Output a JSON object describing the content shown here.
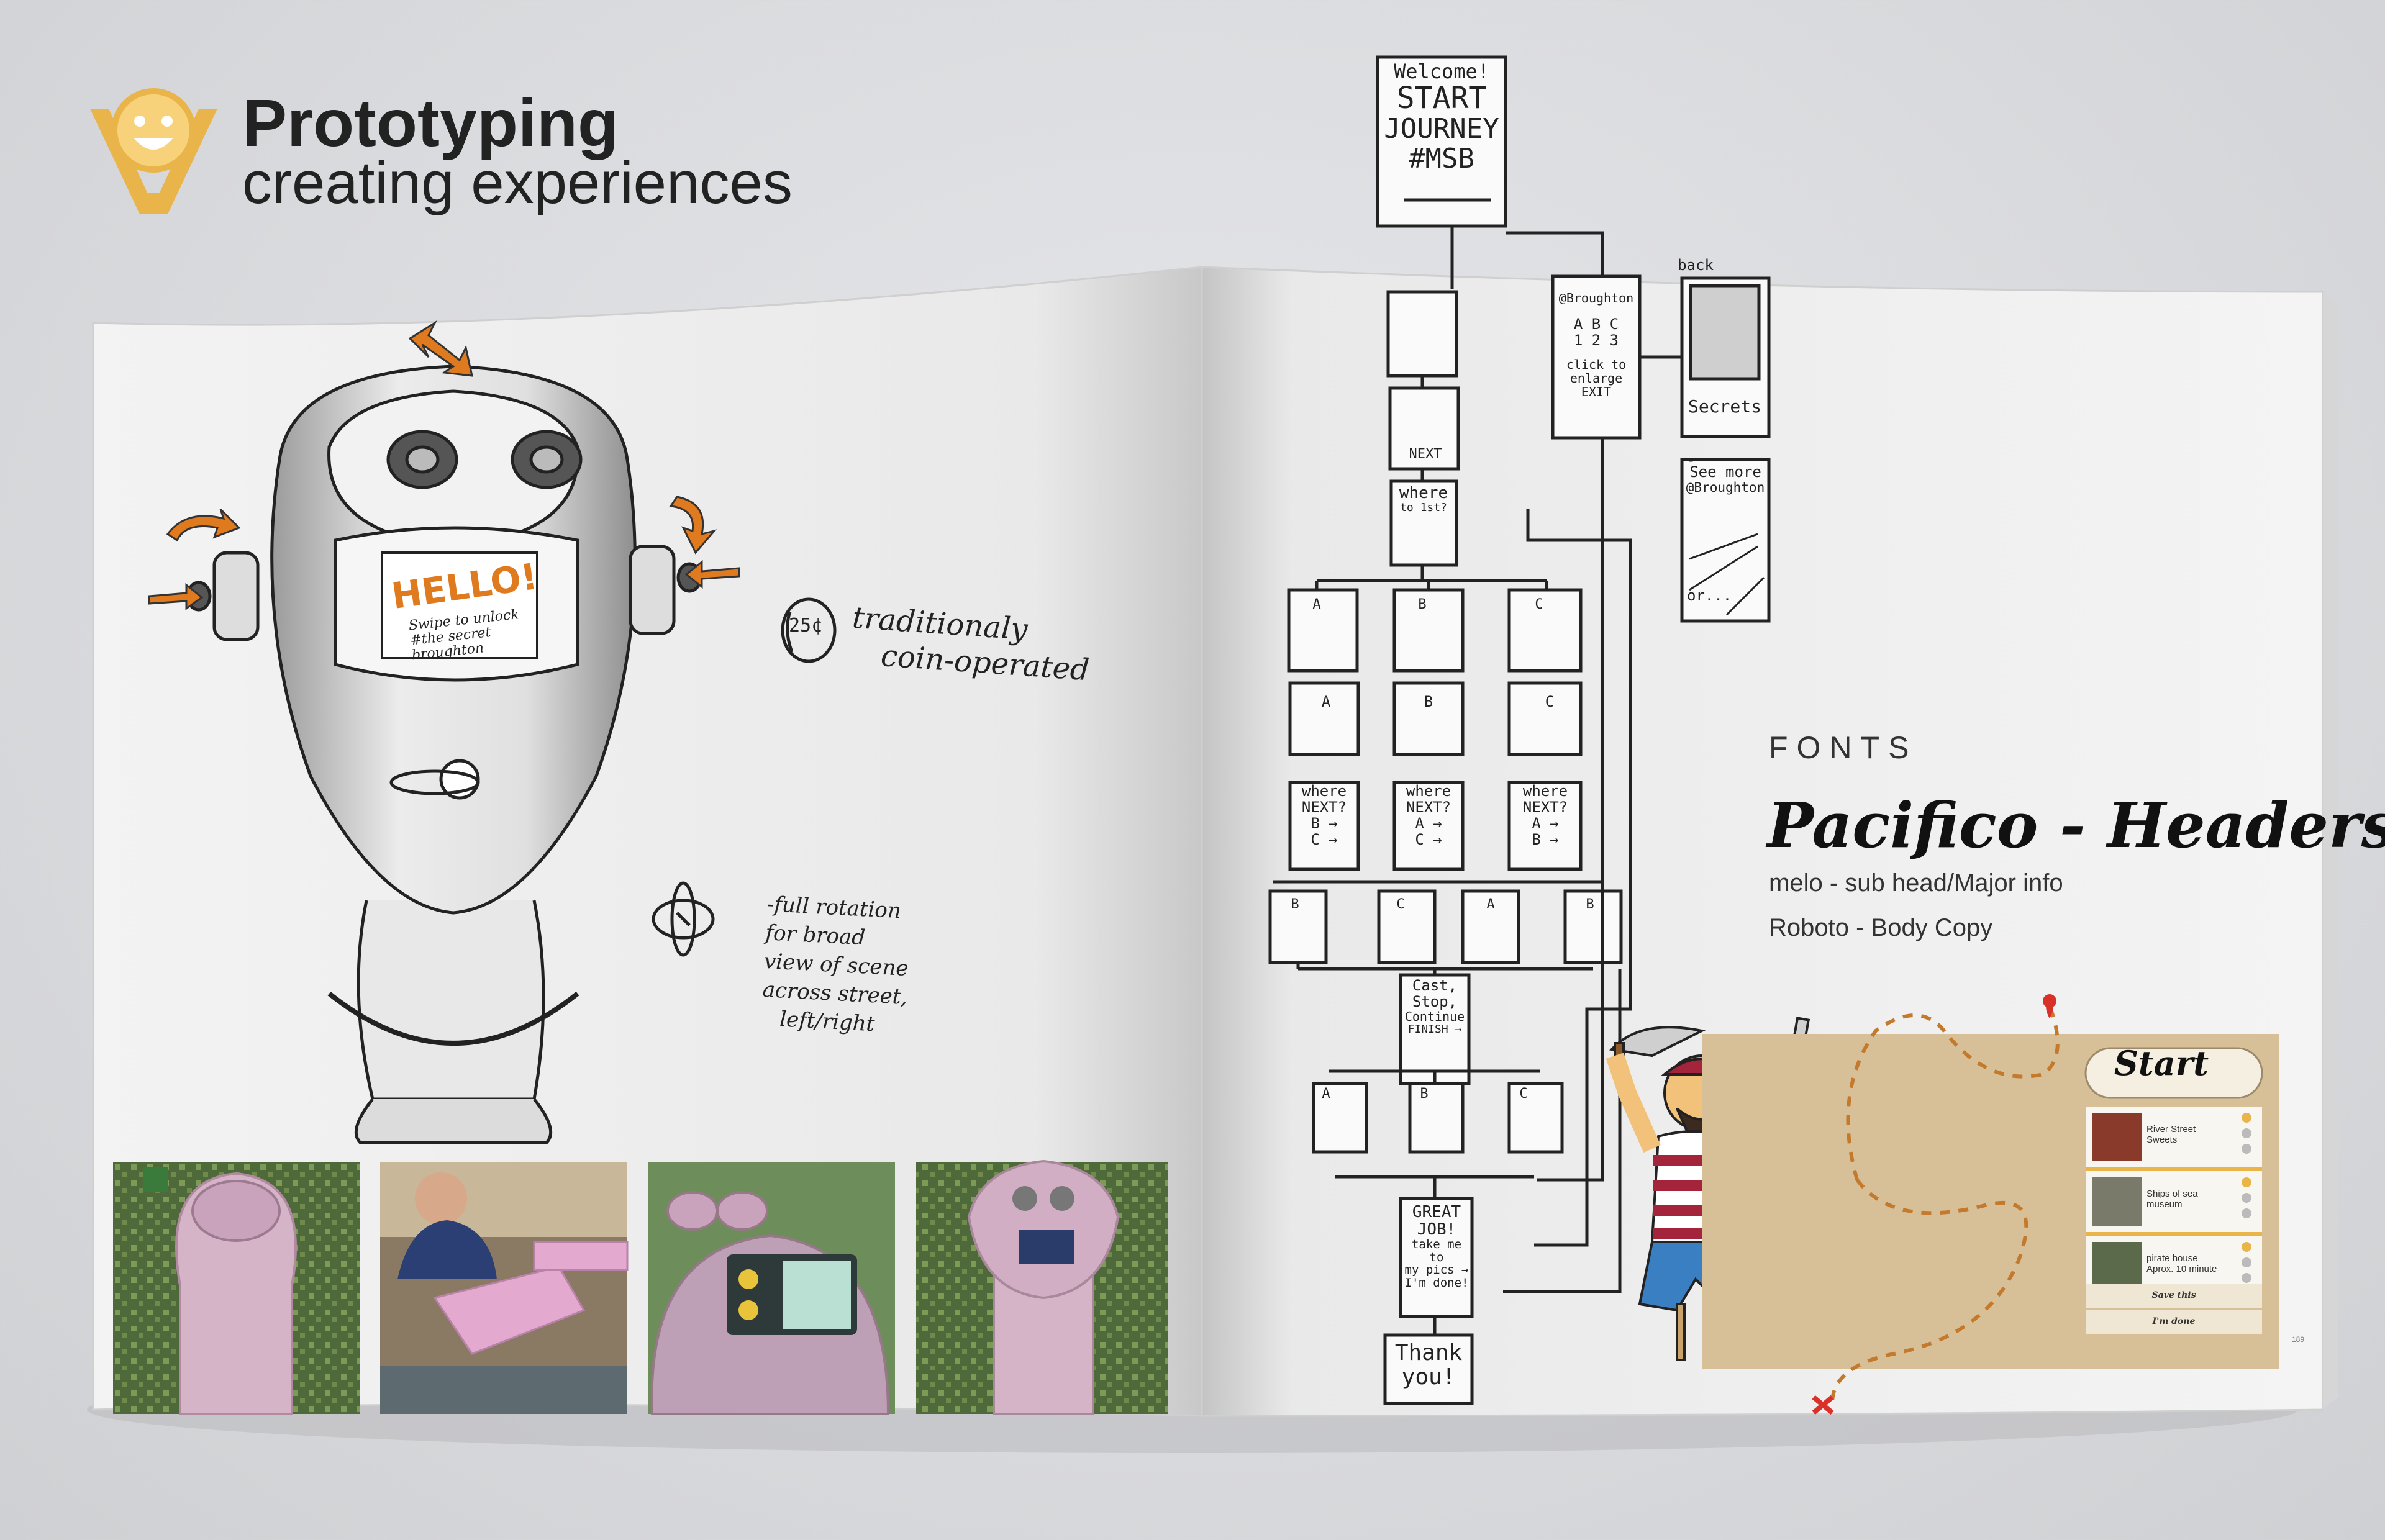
{
  "header": {
    "title": "Prototyping",
    "subtitle": "creating experiences"
  },
  "sketch_notes": {
    "screen_hello": "HELLO!",
    "screen_swipe": "Swipe to unlock #the secret broughton",
    "coin_label": "25¢",
    "coin_note": [
      "traditionaly",
      "coin-operated"
    ],
    "rotation_note": [
      "-full rotation",
      "for broad",
      "view of scene",
      "across street,",
      "left/right"
    ]
  },
  "flowchart": {
    "start": [
      "Welcome!",
      "START",
      "JOURNEY",
      "#MSB"
    ],
    "next": "NEXT",
    "where_first": [
      "where",
      "to 1st?"
    ],
    "where_next": [
      "where",
      "NEXT?",
      "A →",
      "C →"
    ],
    "where_next_b": [
      "where",
      "NEXT?",
      "B →",
      "C →"
    ],
    "where_next_c": [
      "where",
      "NEXT?",
      "A →",
      "B →"
    ],
    "branch_labels": [
      "A",
      "B",
      "C"
    ],
    "stage_labels": [
      "B",
      "C",
      "A",
      "B"
    ],
    "feedback": [
      "Cast,",
      "Stop,",
      "Continue",
      "FINISH →"
    ],
    "great_job": [
      "GREAT",
      "JOB!",
      "take me to",
      "my pics →",
      "I'm done!"
    ],
    "thank_you": [
      "Thank",
      "you!"
    ],
    "broughton_screen": [
      "@Broughton",
      "A B C",
      "1 2 3",
      "click to",
      "enlarge",
      "EXIT"
    ],
    "back_label": "back",
    "secrets_label": "Secrets",
    "see_more": [
      "See more",
      "@Broughton",
      "or..."
    ]
  },
  "fonts_panel": {
    "label": "FONTS",
    "header_font": "Pacifico - Headers",
    "sub_font": "melo - sub head/Major info",
    "body_font": "Roboto - Body Copy"
  },
  "app_mockup": {
    "title": "Start",
    "items": [
      {
        "name": "River Street\nSweets"
      },
      {
        "name": "Ships of sea\nmuseum"
      },
      {
        "name": "pirate house\nAprox. 10 minute"
      }
    ],
    "buttons": [
      "Save this",
      "I'm done"
    ],
    "page_number": "189"
  },
  "colors": {
    "logo_gold": "#e9b54a",
    "accent_orange": "#e07a1f",
    "prototype_pink": "#c9a3bb",
    "map_route": "#c47a2c",
    "map_pin": "#d9302a",
    "kraft": "#d7bf98"
  }
}
